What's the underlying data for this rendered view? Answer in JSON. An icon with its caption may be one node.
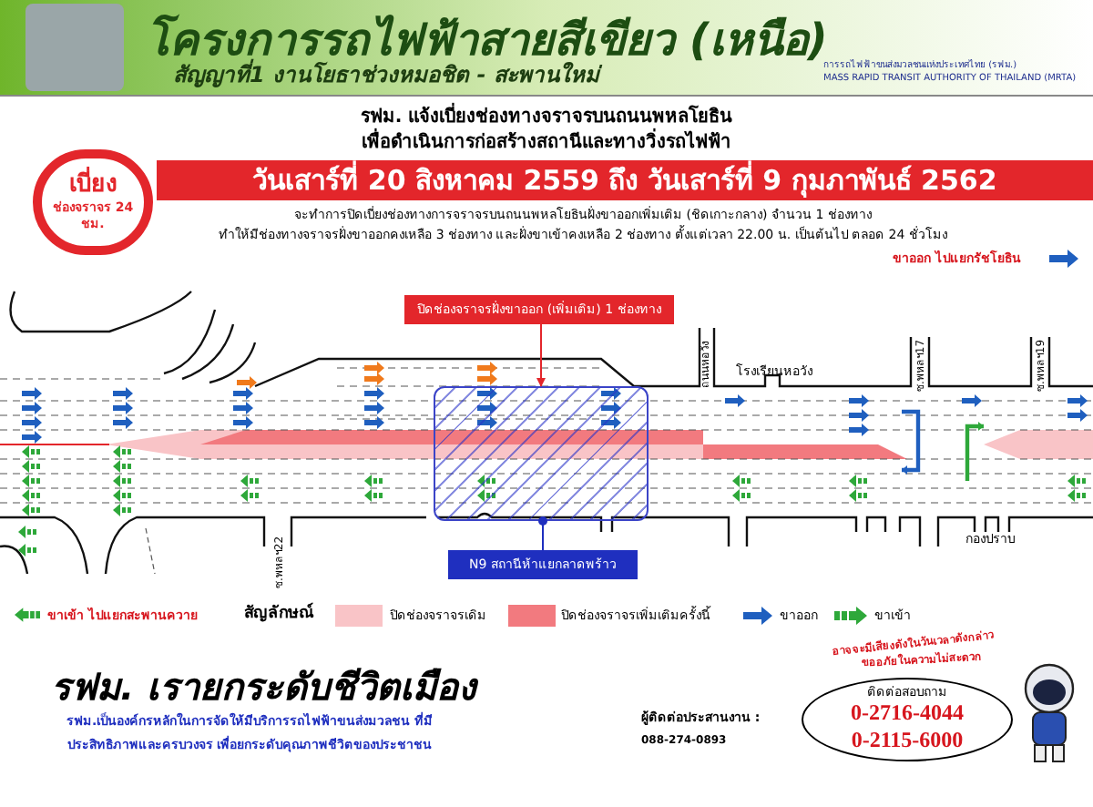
{
  "diagram": {
    "title": "โครงการรถไฟฟ้าสายสีเขียว (เหนือ)",
    "nodes": [
      {
        "text": [
          "เบี่ยง",
          "ช่องจราจร 24 ชม."
        ]
      },
      {
        "text": [
          "วันเสาร์ที่ 20 สิงหาคม 2559 ถึง วันเสาร์ที่ 9 กุมภาพันธ์ 2562"
        ]
      },
      {
        "text": [
          "ปิดช่องจราจรฝั่งขาออก (เพิ่มเติม) 1 ช่องทาง"
        ]
      },
      {
        "text": [],
        "shape": "box"
      },
      {
        "text": [
          "N9 สถานีห้าแยกลาดพร้าว"
        ]
      },
      {
        "text": [
          "ติดต่อสอบถาม",
          "0-2716-4044",
          "0-2115-6000"
        ]
      }
    ],
    "edges": [
      {
        "from": 2,
        "to": 3,
        "arrow": "to",
        "color": "#e3262b"
      },
      {
        "from": 4,
        "to": 3,
        "arrow": "other",
        "color": "#1f2fbf"
      }
    ],
    "labels": [
      "สัญญาที่1 งานโยธาช่วงหมอชิต - สะพานใหม่",
      "การรถไฟฟ้าขนส่งมวลชนแห่งประเทศไทย (รฟม.)",
      "MASS RAPID TRANSIT AUTHORITY OF THAILAND (MRTA)",
      "รฟม. แจ้งเบี่ยงช่องทางจราจรบนถนนพหลโยธิน",
      "เพื่อดำเนินการก่อสร้างสถานีและทางวิ่งรถไฟฟ้า",
      "จะทำการปิดเบี่ยงช่องทางการจราจรบนถนนพหลโยธินฝั่งขาออกเพิ่มเติม (ชิดเกาะกลาง) จำนวน 1 ช่องทาง",
      "ทำให้มีช่องทางจราจรฝั่งขาออกคงเหลือ 3 ช่องทาง และฝั่งขาเข้าคงเหลือ 2 ช่องทาง ตั้งแต่เวลา 22.00 น. เป็นต้นไป ตลอด 24 ชั่วโมง",
      "ขาออก ไปแยกรัชโยธิน",
      "ถนนหอวัง",
      "โรงเรียนหอวัง",
      "ซ.พหลฯ17",
      "ซ.พหลฯ19",
      "ซ.พหลฯ22",
      "กองปราบ",
      "ขาเข้า ไปแยกสะพานควาย",
      "สัญลักษณ์",
      "อาจจะมีเสียงดังในวันเวลาดังกล่าว",
      "ขออภัยในความไม่สะดวก",
      "รฟม. เรายกระดับชีวิตเมือง",
      "รฟม.เป็นองค์กรหลักในการจัดให้มีบริการรถไฟฟ้าขนส่งมวลชน ที่มีประสิทธิภาพและครบวงจร เพื่อยกระดับคุณภาพชีวิตของประชาชน",
      "ผู้ติดต่อประสานงาน :",
      "088-274-0893"
    ],
    "legend": [
      {
        "text": "ปิดช่องจราจรเดิม",
        "color": "#f9c4c7"
      },
      {
        "text": "ปิดช่องจราจรเพิ่มเติมครั้งนี้",
        "color": "#f27a7f"
      },
      {
        "text": "ขาออก"
      },
      {
        "text": "ขาเข้า"
      }
    ]
  }
}
